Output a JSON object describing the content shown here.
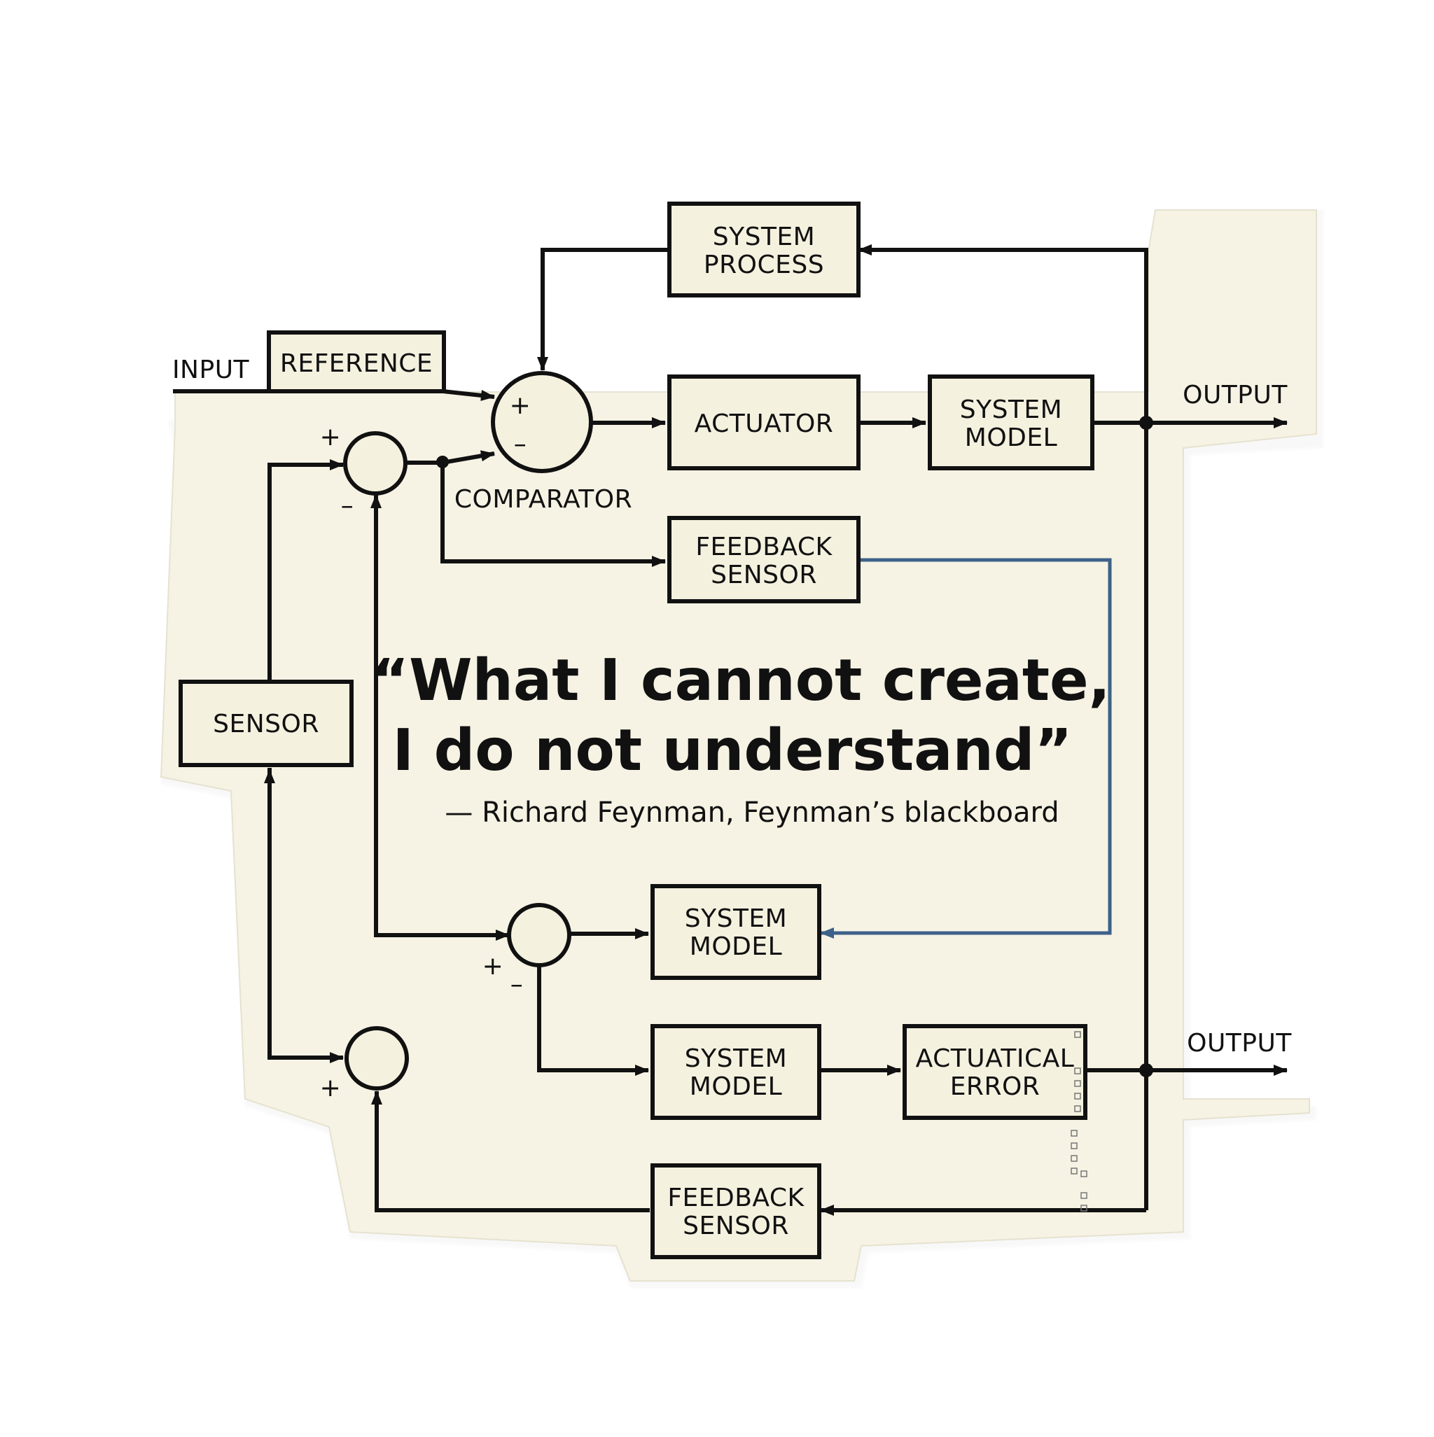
{
  "colors": {
    "panel": "#f6f3e4",
    "box_fill": "#f4f1df",
    "line": "#111111",
    "highlight_line": "#3d6189",
    "background": "#ffffff"
  },
  "labels": {
    "input": "INPUT",
    "output_top": "OUTPUT",
    "output_bottom": "OUTPUT",
    "comparator": "COMPARATOR"
  },
  "blocks": {
    "system_process": [
      "SYSTEM",
      "PROCESS"
    ],
    "reference": [
      "REFERENCE"
    ],
    "actuator": [
      "ACTUATOR"
    ],
    "system_model_top": [
      "SYSTEM",
      "MODEL"
    ],
    "feedback_sensor_top": [
      "FEEDBACK",
      "SENSOR"
    ],
    "sensor": [
      "SENSOR"
    ],
    "system_model_mid": [
      "SYSTEM",
      "MODEL"
    ],
    "system_model_bottom": [
      "SYSTEM",
      "MODEL"
    ],
    "actuatical_error": [
      "ACTUATICAL",
      "ERROR"
    ],
    "feedback_sensor_bottom": [
      "FEEDBACK",
      "SENSOR"
    ]
  },
  "signs": {
    "plus": "+",
    "minus": "–"
  },
  "quote": {
    "line1": "“What I cannot create,",
    "line2": "I do not understand”",
    "attribution": "— Richard Feynman, Feynman’s blackboard"
  }
}
